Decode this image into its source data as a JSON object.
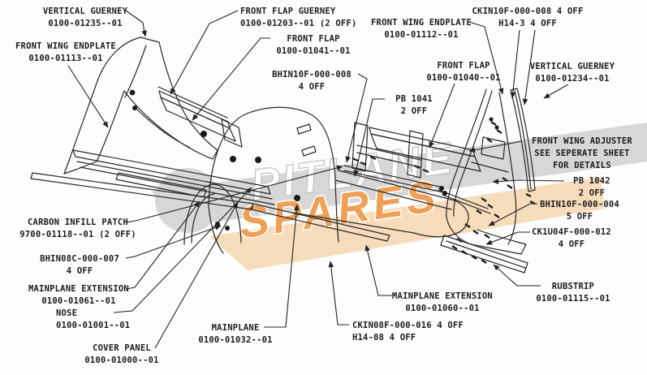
{
  "watermark": {
    "line1": "PITLANE",
    "line2": "SPARES",
    "band_color": "#d7d7d7",
    "band2_color": "#f6dcba",
    "text1_color": "#ffffff",
    "text2_color": "#efa057"
  },
  "diagram": {
    "line_color": "#262626"
  },
  "labels": [
    {
      "id": "vertical-guerney-left",
      "lines": [
        "VERTICAL GUERNEY",
        "0100-01235--01"
      ]
    },
    {
      "id": "front-wing-endplate-left",
      "lines": [
        "FRONT WING ENDPLATE",
        "0100-01113--01"
      ]
    },
    {
      "id": "front-flap-guerney",
      "lines": [
        "FRONT FLAP GUERNEY",
        "0100-01203--01 (2 OFF)"
      ]
    },
    {
      "id": "front-flap-left",
      "lines": [
        "FRONT FLAP",
        "0100-01041--01"
      ]
    },
    {
      "id": "bolt-bhin10f-008",
      "lines": [
        "BHIN10F-000-008",
        "4 OFF"
      ]
    },
    {
      "id": "pb-1041",
      "lines": [
        "PB 1041",
        "2 OFF"
      ]
    },
    {
      "id": "front-wing-endplate-right",
      "lines": [
        "FRONT WING ENDPLATE",
        "0100-01112--01"
      ]
    },
    {
      "id": "front-flap-right",
      "lines": [
        "FRONT FLAP",
        "0100-01040--01"
      ]
    },
    {
      "id": "bolt-ckin10f-008",
      "lines": [
        "CKIN10F-000-008 4 OFF",
        "H14-3 4 OFF"
      ]
    },
    {
      "id": "vertical-guerney-right",
      "lines": [
        "VERTICAL GUERNEY",
        "0100-01234--01"
      ]
    },
    {
      "id": "front-wing-adjuster-note",
      "lines": [
        "FRONT WING ADJUSTER",
        "SEE SEPERATE SHEET",
        "FOR DETAILS"
      ]
    },
    {
      "id": "pb-1042",
      "lines": [
        "PB 1042",
        "2 OFF"
      ]
    },
    {
      "id": "bolt-bhin10f-004",
      "lines": [
        "BHIN10F-000-004",
        "5 OFF"
      ]
    },
    {
      "id": "bolt-ck1u04f-012",
      "lines": [
        "CK1U04F-000-012",
        "4 OFF"
      ]
    },
    {
      "id": "rubstrip",
      "lines": [
        "RUBSTRIP",
        "0100-01115--01"
      ]
    },
    {
      "id": "mainplane-extension-right",
      "lines": [
        "MAINPLANE EXTENSION",
        "0100-01060--01"
      ]
    },
    {
      "id": "bolt-ckin08f-016",
      "lines": [
        "CKIN08F-000-016 4 OFF",
        "H14-08 4 OFF"
      ]
    },
    {
      "id": "mainplane",
      "lines": [
        "MAINPLANE",
        "0100-01032--01"
      ]
    },
    {
      "id": "cover-panel",
      "lines": [
        "COVER PANEL",
        "0100-01000--01"
      ]
    },
    {
      "id": "nose",
      "lines": [
        "NOSE",
        "0100-01001--01"
      ]
    },
    {
      "id": "mainplane-extension-left",
      "lines": [
        "MAINPLANE EXTENSION",
        "0100-01061--01"
      ]
    },
    {
      "id": "bolt-bhin08c-007",
      "lines": [
        "BHIN08C-000-007",
        "4 OFF"
      ]
    },
    {
      "id": "carbon-infill-patch",
      "lines": [
        "CARBON INFILL PATCH",
        "9700-01118--01 (2 OFF)"
      ]
    }
  ]
}
